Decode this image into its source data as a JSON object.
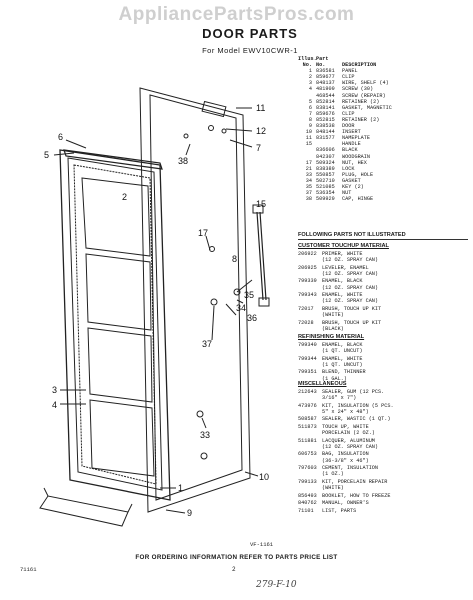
{
  "watermark": "AppliancePartsPros.com",
  "title": "DOOR PARTS",
  "model_line": "For Model EWV10CWR-1",
  "table_header": {
    "illus": "Illus.",
    "no": "No.",
    "part": "Part",
    "part_no": "No.",
    "description": "DESCRIPTION"
  },
  "parts": [
    {
      "no": "1",
      "part": "836581",
      "desc": "PANEL"
    },
    {
      "no": "2",
      "part": "859677",
      "desc": "CLIP"
    },
    {
      "no": "3",
      "part": "848137",
      "desc": "WIRE, SHELF (4)"
    },
    {
      "no": "4",
      "part": "481909",
      "desc": "SCREW (30)"
    },
    {
      "no": "",
      "part": "468544",
      "desc": "SCREW (REPAIR)"
    },
    {
      "no": "5",
      "part": "852814",
      "desc": "RETAINER (2)"
    },
    {
      "no": "6",
      "part": "838141",
      "desc": "GASKET, MAGNETIC"
    },
    {
      "no": "7",
      "part": "859676",
      "desc": "CLIP"
    },
    {
      "no": "8",
      "part": "852815",
      "desc": "RETAINER (2)"
    },
    {
      "no": "9",
      "part": "838538",
      "desc": "DOOR"
    },
    {
      "no": "10",
      "part": "848144",
      "desc": "INSERT"
    },
    {
      "no": "11",
      "part": "831577",
      "desc": "NAMEPLATE"
    },
    {
      "no": "15",
      "part": "",
      "desc": "HANDLE"
    },
    {
      "no": "",
      "part": "836606",
      "desc": "BLACK"
    },
    {
      "no": "",
      "part": "842307",
      "desc": "WOODGRAIN"
    },
    {
      "no": "17",
      "part": "509324",
      "desc": "NUT, HEX"
    },
    {
      "no": "21",
      "part": "838389",
      "desc": "LOCK"
    },
    {
      "no": "33",
      "part": "550857",
      "desc": "PLUG, HOLE"
    },
    {
      "no": "34",
      "part": "502710",
      "desc": "GASKET"
    },
    {
      "no": "35",
      "part": "521085",
      "desc": "KEY (2)"
    },
    {
      "no": "37",
      "part": "536354",
      "desc": "NUT"
    },
    {
      "no": "38",
      "part": "509929",
      "desc": "CAP, HINGE"
    }
  ],
  "following_parts": "FOLLOWING PARTS NOT ILLUSTRATED",
  "sections": [
    {
      "title": "CUSTOMER TOUCHUP MATERIAL",
      "items": [
        {
          "part": "206922",
          "lines": [
            "PRIMER, WHITE",
            "(12 OZ. SPRAY CAN)"
          ]
        },
        {
          "part": "206925",
          "lines": [
            "LEVELER, ENAMEL",
            "(12 OZ. SPRAY CAN)"
          ]
        },
        {
          "part": "799339",
          "lines": [
            "ENAMEL, BLACK",
            "(12 OZ. SPRAY CAN)"
          ]
        },
        {
          "part": "799343",
          "lines": [
            "ENAMEL, WHITE",
            "(12 OZ. SPRAY CAN)"
          ]
        },
        {
          "part": "72017",
          "lines": [
            "BRUSH, TOUCH UP KIT",
            "(WHITE)"
          ]
        },
        {
          "part": "72028",
          "lines": [
            "BRUSH, TOUCH UP KIT",
            "(BLACK)"
          ]
        }
      ]
    },
    {
      "title": "REFINISHING MATERIAL",
      "items": [
        {
          "part": "799340",
          "lines": [
            "ENAMEL, BLACK",
            "(1 QT. UNCUT)"
          ]
        },
        {
          "part": "799344",
          "lines": [
            "ENAMEL, WHITE",
            "(1 QT. UNCUT)"
          ]
        },
        {
          "part": "799351",
          "lines": [
            "BLEND, THINNER",
            "(1 GAL.)"
          ]
        }
      ]
    },
    {
      "title": "MISCELLANEOUS",
      "items": [
        {
          "part": "212643",
          "lines": [
            "SEALER, GUM (12 PCS.",
            "3/16\" x 7\")"
          ]
        },
        {
          "part": "473976",
          "lines": [
            "KIT, INSULATION (5 PCS.",
            "5\" x 24\" x 48\")"
          ]
        },
        {
          "part": "508587",
          "lines": [
            "SEALER, WASTIC (1 QT.)"
          ]
        },
        {
          "part": "511873",
          "lines": [
            "TOUCH UP, WHITE",
            "PORCELAIN (2 OZ.)"
          ]
        },
        {
          "part": "511881",
          "lines": [
            "LACQUER, ALUMINUM",
            "(12 OZ. SPRAY CAN)"
          ]
        },
        {
          "part": "606753",
          "lines": [
            "BAG, INSULATION",
            "(36-3/8\" x 46\")"
          ]
        },
        {
          "part": "797603",
          "lines": [
            "CEMENT, INSULATION",
            "(1 OZ.)"
          ]
        },
        {
          "part": "799133",
          "lines": [
            "KIT, PORCELAIN REPAIR",
            "(WHITE)"
          ]
        },
        {
          "part": "856493",
          "lines": [
            "BOOKLET, HOW TO FREEZE"
          ]
        },
        {
          "part": "840762",
          "lines": [
            "MANUAL, OWNER'S"
          ]
        },
        {
          "part": "71101",
          "lines": [
            "LIST, PARTS"
          ]
        }
      ]
    }
  ],
  "callouts": {
    "c1": "1",
    "c2": "2",
    "c3": "3",
    "c4": "4",
    "c5": "5",
    "c6": "6",
    "c7": "7",
    "c8": "8",
    "c9": "9",
    "c10": "10",
    "c11": "11",
    "c12": "12",
    "c15": "15",
    "c17": "17",
    "c33": "33",
    "c34": "34",
    "c35": "35",
    "c36": "36",
    "c37": "37",
    "c38": "38"
  },
  "figure_code": "VF-1161",
  "footer": "FOR ORDERING INFORMATION REFER TO PARTS PRICE LIST",
  "doc_code": "71161",
  "page_number": "2",
  "handwritten": "279-F-10"
}
